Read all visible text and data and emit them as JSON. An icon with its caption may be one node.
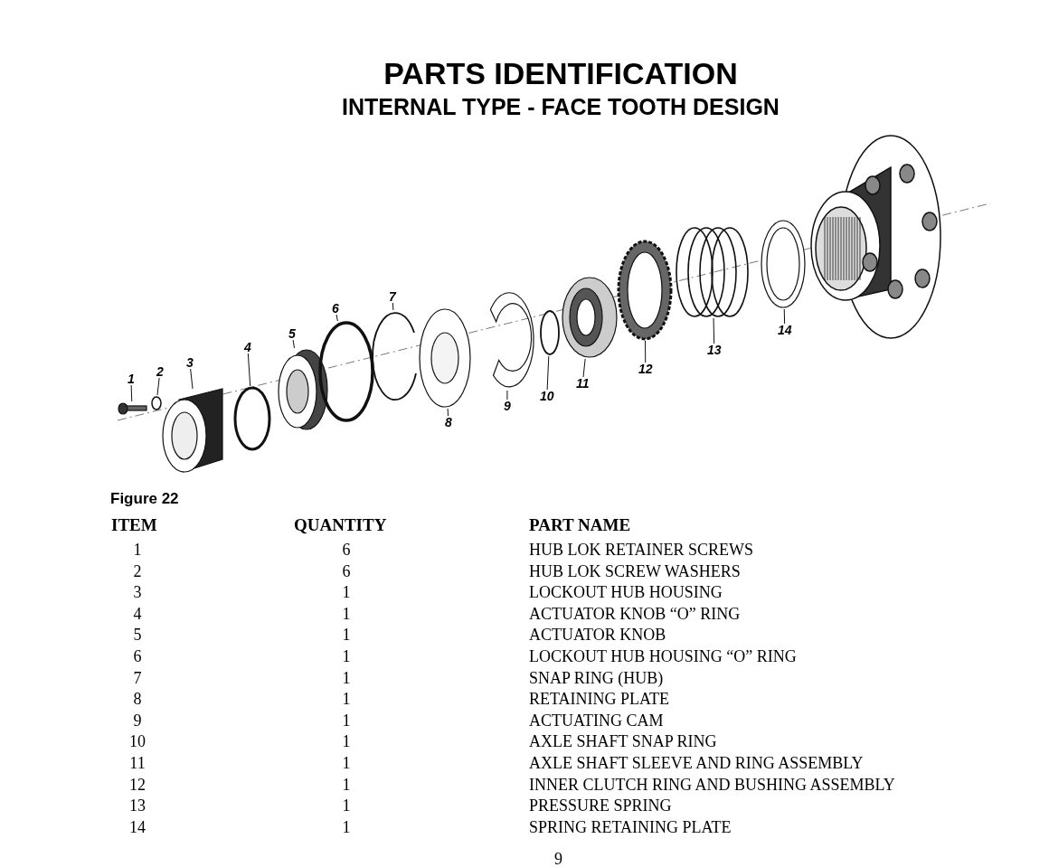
{
  "diagram": {
    "title": "PARTS IDENTIFICATION",
    "nodes": [
      {
        "text": [
          "1"
        ]
      },
      {
        "text": [
          "2"
        ]
      },
      {
        "text": [
          "3"
        ]
      },
      {
        "text": [
          "4"
        ]
      },
      {
        "text": [
          "5"
        ]
      },
      {
        "text": [
          "6"
        ]
      },
      {
        "text": [
          "7"
        ]
      },
      {
        "text": [
          "8"
        ]
      },
      {
        "text": [
          "9"
        ]
      },
      {
        "text": [
          "10"
        ]
      },
      {
        "text": [
          "11"
        ]
      },
      {
        "text": [
          "12"
        ]
      },
      {
        "text": [
          "13"
        ]
      },
      {
        "text": [
          "14"
        ]
      },
      {
        "text": [],
        "shape": "picture"
      },
      {
        "text": [],
        "shape": "circle"
      },
      {
        "text": [],
        "shape": "cylinder"
      },
      {
        "text": [],
        "shape": "circle"
      },
      {
        "text": [],
        "shape": "picture"
      },
      {
        "text": [],
        "shape": "circle"
      },
      {
        "text": [],
        "shape": "picture"
      },
      {
        "text": [],
        "shape": "picture"
      },
      {
        "text": [],
        "shape": "picture"
      },
      {
        "text": [],
        "shape": "circle"
      },
      {
        "text": [],
        "shape": "picture"
      },
      {
        "text": [],
        "shape": "picture"
      },
      {
        "text": [],
        "shape": "coil"
      },
      {
        "text": [],
        "shape": "picture"
      }
    ],
    "edges": [
      {
        "from": 0,
        "to": 14,
        "arrow": "none"
      },
      {
        "from": 1,
        "to": 15,
        "arrow": "none"
      },
      {
        "from": 2,
        "to": 16,
        "arrow": "none"
      },
      {
        "from": 3,
        "to": 17,
        "arrow": "none"
      },
      {
        "from": 4,
        "to": 18,
        "arrow": "none"
      },
      {
        "from": 5,
        "to": 19,
        "arrow": "none"
      },
      {
        "from": 6,
        "to": 20,
        "arrow": "none"
      },
      {
        "from": 7,
        "to": 21,
        "arrow": "none"
      },
      {
        "from": 8,
        "to": 22,
        "arrow": "none"
      },
      {
        "from": 9,
        "to": 23,
        "arrow": "none"
      },
      {
        "from": 10,
        "to": 24,
        "arrow": "none"
      },
      {
        "from": 11,
        "to": 25,
        "arrow": "none"
      },
      {
        "from": 12,
        "to": 26,
        "arrow": "none"
      },
      {
        "from": 13,
        "to": 27,
        "arrow": "none"
      }
    ],
    "labels": [
      "INTERNAL TYPE - FACE TOOTH DESIGN",
      "Figure 22",
      "ITEM",
      "QUANTITY",
      "PART NAME",
      "1",
      "6",
      "HUB LOK RETAINER SCREWS",
      "2",
      "6",
      "HUB LOK SCREW WASHERS",
      "3",
      "1",
      "LOCKOUT HUB HOUSING",
      "4",
      "1",
      "ACTUATOR KNOB “O” RING",
      "5",
      "1",
      "ACTUATOR KNOB",
      "6",
      "1",
      "LOCKOUT HUB HOUSING “O” RING",
      "7",
      "1",
      "SNAP RING (HUB)",
      "8",
      "1",
      "RETAINING PLATE",
      "9",
      "1",
      "ACTUATING CAM",
      "10",
      "1",
      "AXLE SHAFT SNAP RING",
      "11",
      "1",
      "AXLE SHAFT SLEEVE AND RING ASSEMBLY",
      "12",
      "1",
      "INNER CLUTCH RING AND BUSHING ASSEMBLY",
      "13",
      "1",
      "PRESSURE SPRING",
      "14",
      "1",
      "SPRING RETAINING PLATE",
      "9"
    ]
  }
}
